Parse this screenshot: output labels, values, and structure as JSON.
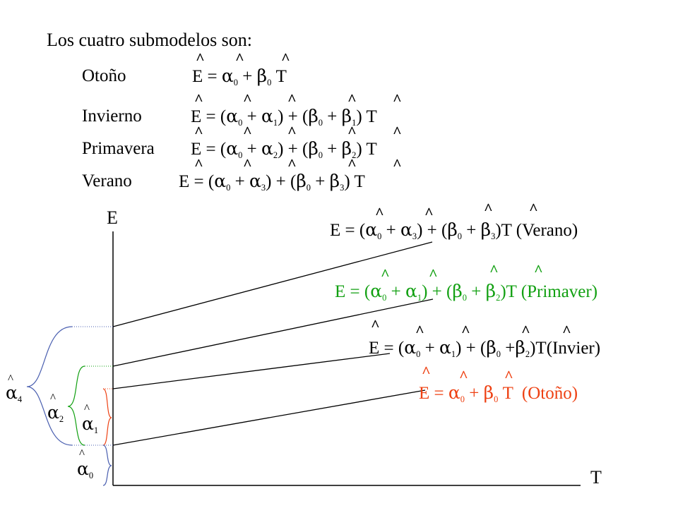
{
  "intro": "Los cuatro submodelos son:",
  "seasons": [
    "Otoño",
    "Invierno",
    "Primavera",
    "Verano"
  ],
  "axes": {
    "y": "E",
    "x": "T"
  },
  "labels": {
    "verano": "(Verano)",
    "primavera": "(Primaver)",
    "invierno": "(Invier)",
    "otono": "(Otoño)"
  },
  "colors": {
    "text": "#000000",
    "green": "#12a012",
    "orange": "#ee4012",
    "blue_brace": "#4a5fb0"
  }
}
